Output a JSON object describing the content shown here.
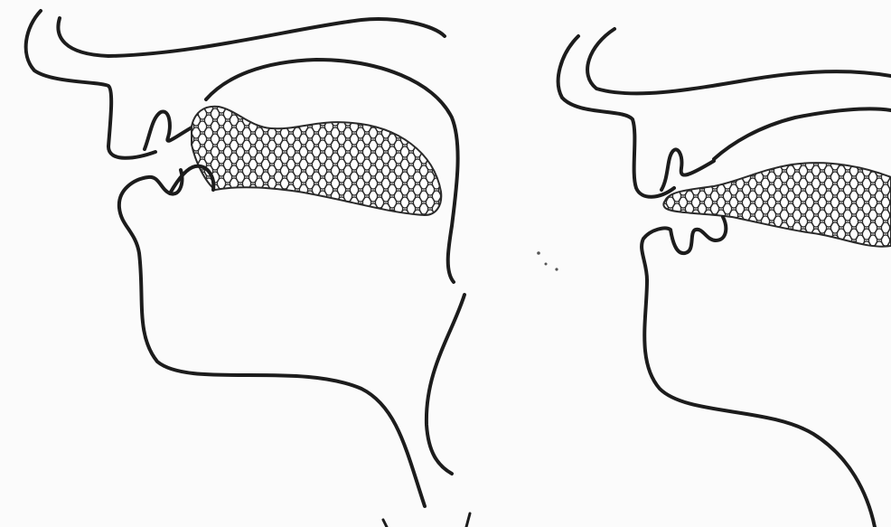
{
  "figure": {
    "panels": [
      {
        "id": "left",
        "tongue_pattern": "hatched-net"
      },
      {
        "id": "right",
        "tongue_pattern": "hatched-net"
      }
    ],
    "colors": {
      "ink": "#1c1c1c",
      "background": "#fbfbfb",
      "hatch": "#2a2a2a"
    }
  }
}
